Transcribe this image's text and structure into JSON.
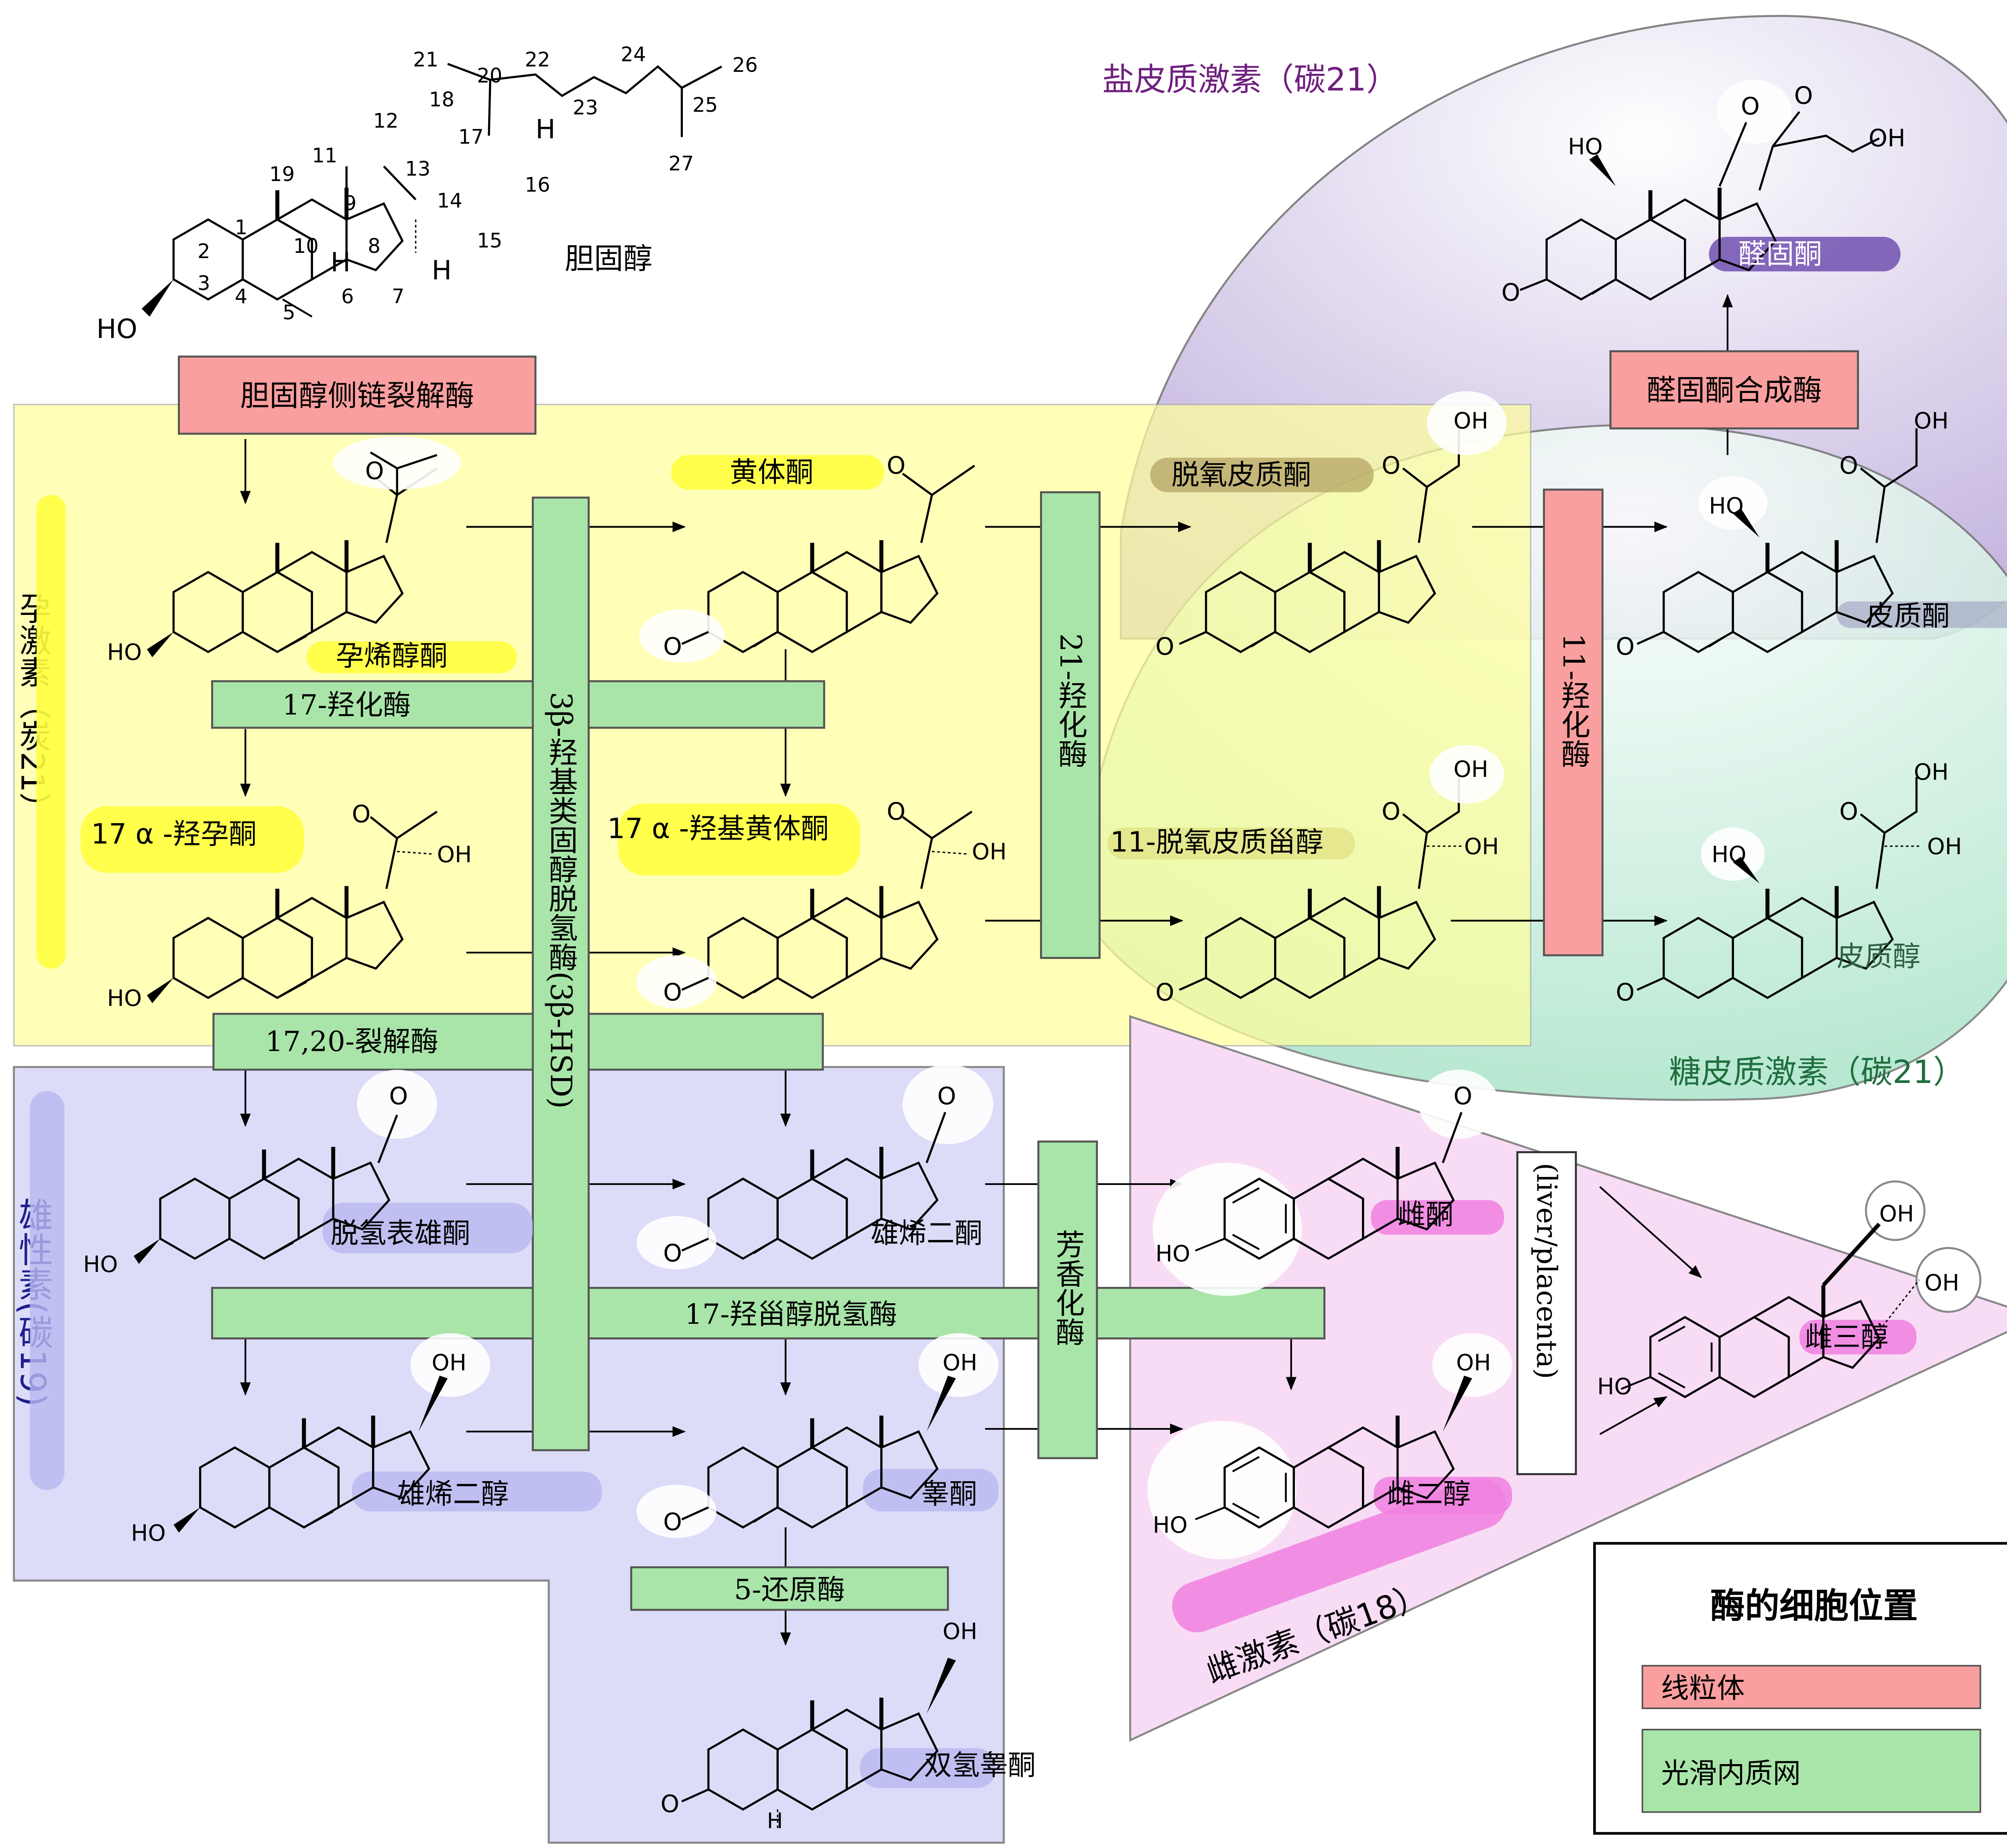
{
  "regions": {
    "mineralocorticoid": "盐皮质激素（碳21）",
    "progestogen": "孕激素（炭21）",
    "androgen": "雄性素(碳19)",
    "glucocorticoid": "糖皮质激素（碳21）",
    "estrogen": "雌激素（碳18）"
  },
  "compounds": {
    "cholesterol": "胆固醇",
    "pregnenolone": "孕烯醇酮",
    "progesterone": "黄体酮",
    "deoxycorticosterone": "脱氧皮质酮",
    "corticosterone": "皮质酮",
    "aldosterone": "醛固酮",
    "hydroxypregnenolone": "17 α -羟孕酮",
    "hydroxyprogesterone": "17 α -羟基黄体酮",
    "deoxycortisol": "11-脱氧皮质甾醇",
    "cortisol": "皮质醇",
    "dhea": "脱氢表雄酮",
    "androstenedione": "雄烯二酮",
    "estrone": "雌酮",
    "estriol": "雌三醇",
    "androstenediol": "雄烯二醇",
    "testosterone": "睾酮",
    "estradiol": "雌二醇",
    "dht": "双氢睾酮"
  },
  "enzymes": {
    "scc": "胆固醇侧链裂解酶",
    "hydroxylase17": "17-羟化酶",
    "lyase1720": "17,20-裂解酶",
    "hsd3b": "3β-羟基类固醇脱氢酶(3β-HSD)",
    "hydroxylase21": "21-羟化酶",
    "hydroxylase11": "11-羟化酶",
    "aldosynthase": "醛固酮合成酶",
    "aromatase": "芳香化酶",
    "hsd17b": "17-羟甾醇脱氢酶",
    "reductase5": "5-还原酶",
    "liver": "(liver/placenta)"
  },
  "legend": {
    "title": "酶的细胞位置",
    "mitochondria": "线粒体",
    "ser": "光滑内质网"
  },
  "atoms": {
    "ho": "HO",
    "oh": "OH",
    "o": "O",
    "h": "H"
  },
  "carbon_numbers": [
    "1",
    "2",
    "3",
    "4",
    "5",
    "6",
    "7",
    "8",
    "9",
    "10",
    "11",
    "12",
    "13",
    "14",
    "15",
    "16",
    "17",
    "18",
    "19",
    "20",
    "21",
    "22",
    "23",
    "24",
    "25",
    "26",
    "27"
  ],
  "colors": {
    "progestogen_bg": "#ffff9e",
    "androgen_bg": "#dcdcf8",
    "estrogen_bg": "#f8dcf5",
    "mineralo_bg": "#b9a6d8",
    "gluco_bg": "#a9e6c8",
    "mito_box": "#fa9f9f",
    "ser_box": "#a9e5a9",
    "mineralo_text": "#6f1f7f",
    "gluco_text": "#1f6f3f",
    "androgen_text": "#1f1f8f"
  }
}
